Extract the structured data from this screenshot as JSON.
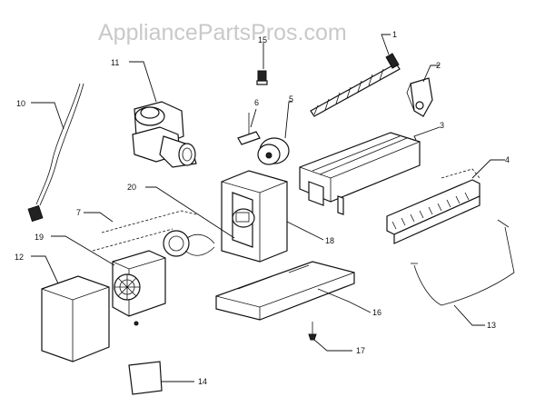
{
  "watermark": "AppliancePartsPros.com",
  "callouts": {
    "p1": "1",
    "p2": "2",
    "p3": "3",
    "p4": "4",
    "p5": "5",
    "p6": "6",
    "p7": "7",
    "p10": "10",
    "p11": "11",
    "p12": "12",
    "p13": "13",
    "p14": "14",
    "p15": "15",
    "p16": "16",
    "p17": "17",
    "p18": "18",
    "p19": "19",
    "p20": "20"
  }
}
